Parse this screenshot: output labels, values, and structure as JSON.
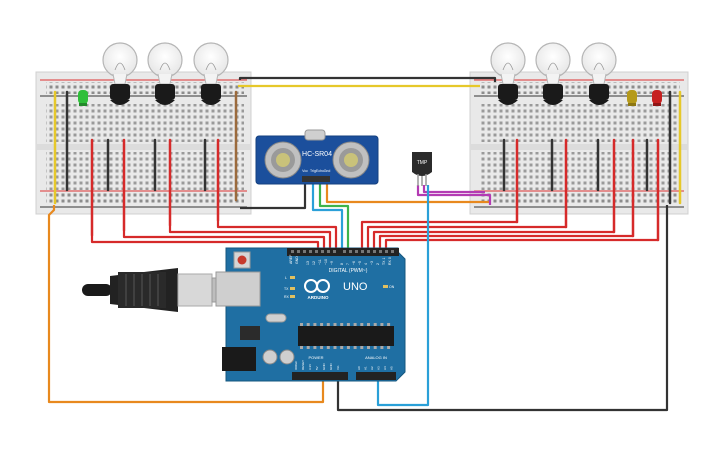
{
  "sensor": {
    "model": "HC-SR04",
    "pins": [
      "Vcc",
      "Trig",
      "Echo",
      "Gnd"
    ]
  },
  "tmp_sensor": {
    "label": "TMP"
  },
  "arduino": {
    "brand": "ARDUINO",
    "model": "UNO",
    "digital_label": "DIGITAL (PWM~)",
    "power_label": "POWER",
    "analog_label": "ANALOG IN",
    "aref": "AREF",
    "gnd": "GND",
    "on_label": "ON",
    "l_label": "L",
    "tx_label": "TX",
    "rx_label": "RX",
    "digital_pins": [
      "13",
      "12",
      "~11",
      "~10",
      "~9",
      "8",
      "7",
      "~6",
      "~5",
      "4",
      "~3",
      "2",
      "TX 1",
      "RX 0"
    ],
    "power_pins": [
      "IOREF",
      "RESET",
      "3.3V",
      "5V",
      "GND",
      "GND",
      "Vin"
    ],
    "analog_pins": [
      "A0",
      "A1",
      "A2",
      "A3",
      "A4",
      "A5"
    ]
  },
  "colors": {
    "wire_red": "#d62a2a",
    "wire_black": "#333333",
    "wire_yellow": "#e6c82a",
    "wire_orange": "#e8891e",
    "wire_blue": "#2aa0d8",
    "wire_green": "#3cb44b",
    "wire_purple": "#b33bb3",
    "wire_brown": "#9b6a3c",
    "board_blue": "#1f6fa3",
    "sensor_blue": "#1b4f9c"
  }
}
